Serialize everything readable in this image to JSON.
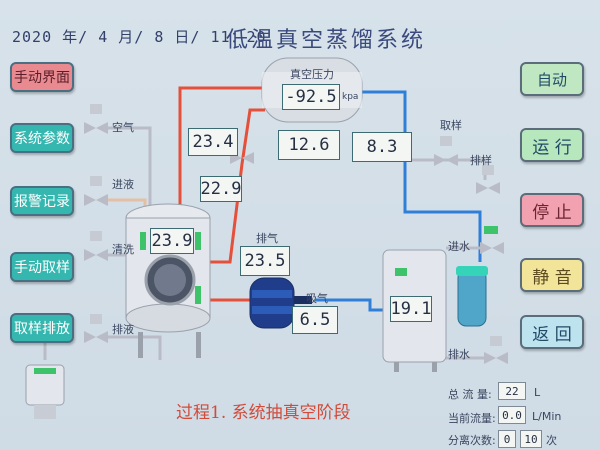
{
  "header": {
    "datetime": "2020 年/ 4 月/ 8 日/ 11：20",
    "title": "低温真空蒸馏系统"
  },
  "left_menu": [
    {
      "label": "手动界面",
      "accent": "#e88a8f"
    },
    {
      "label": "系统参数",
      "accent": "#35b7b0"
    },
    {
      "label": "报警记录",
      "accent": "#35b7b0"
    },
    {
      "label": "手动取样",
      "accent": "#35b7b0"
    },
    {
      "label": "取样排放",
      "accent": "#35b7b0"
    }
  ],
  "right_buttons": [
    {
      "label": "自动",
      "accent": "#bfe8c2"
    },
    {
      "label": "运 行",
      "accent": "#b6e7bd"
    },
    {
      "label": "停 止",
      "accent": "#f2a1b0"
    },
    {
      "label": "静 音",
      "accent": "#f2e59a"
    },
    {
      "label": "返 回",
      "accent": "#bde3ef"
    }
  ],
  "valves": {
    "air": "空气",
    "feed": "进液",
    "clean": "清洗",
    "drain": "排液",
    "sample": "取样",
    "sample_drain": "排样",
    "water_in": "进水",
    "water_out": "排水"
  },
  "vacuum": {
    "label": "真空压力",
    "value": "-92.5",
    "unit": "kpa"
  },
  "readings": {
    "r1": "23.4",
    "r2": "22.9",
    "r3": "12.6",
    "r4": "8.3",
    "tank_left": "23.9",
    "tank_right": "19.1",
    "exhaust_label": "排气",
    "exhaust_value": "23.5",
    "suction_label": "吸气",
    "suction_value": "6.5"
  },
  "phase_text": "过程1. 系统抽真空阶段",
  "info_panel": {
    "total_label": "总 流 量:",
    "total_value": "22",
    "total_unit": "L",
    "current_label": "当前流量:",
    "current_value": "0.0",
    "current_unit": "L/Min",
    "sep_label": "分离次数:",
    "sep_value": "0",
    "sep_target": "10",
    "sep_unit": "次"
  },
  "colors": {
    "hot_pipe": "#e4503a",
    "cold_pipe": "#2f7fd8",
    "feed_pipe": "#e2bfa5",
    "gray_pipe": "#b9bcc6"
  }
}
